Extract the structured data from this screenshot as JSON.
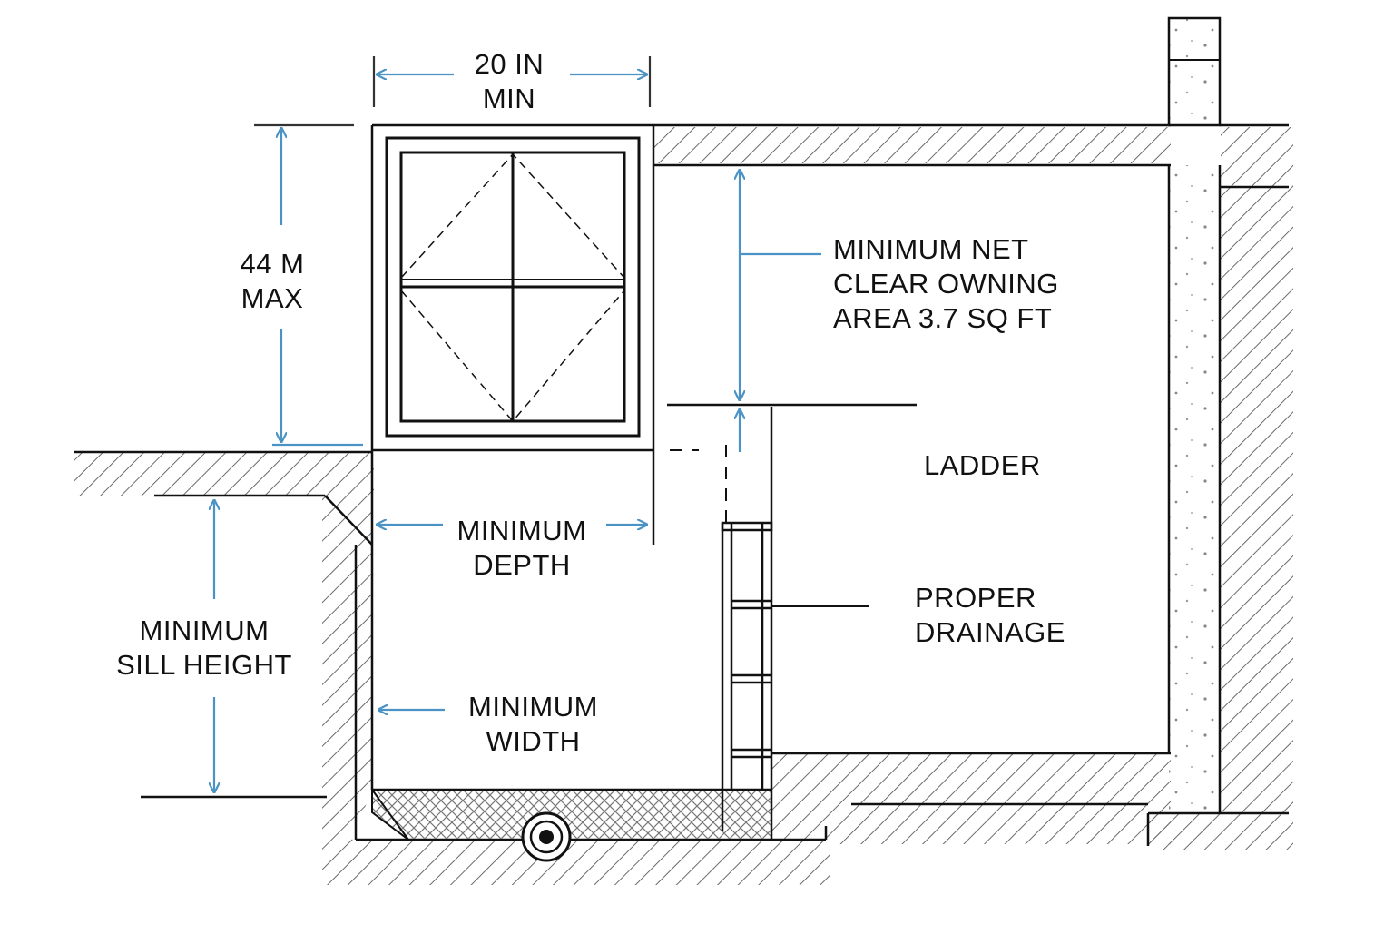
{
  "labels": {
    "width_dim": [
      "20 IN",
      "MIN"
    ],
    "height_dim": [
      "44 M",
      "MAX"
    ],
    "net_clear": [
      "MINIMUM NET",
      "CLEAR OWNING",
      "AREA  3.7 SQ FT"
    ],
    "ladder": "LADDER",
    "min_depth": [
      "MINIMUM",
      "DEPTH"
    ],
    "proper_drainage": [
      "PROPER",
      "DRAINAGE"
    ],
    "sill_height": [
      "MINIMUM",
      "SILL HEIGHT"
    ],
    "min_width": [
      "MINIMUM",
      "WIDTH"
    ]
  },
  "colors": {
    "line": "#111111",
    "dimension_arrow": "#4a93c4",
    "hatch": "#555555"
  }
}
